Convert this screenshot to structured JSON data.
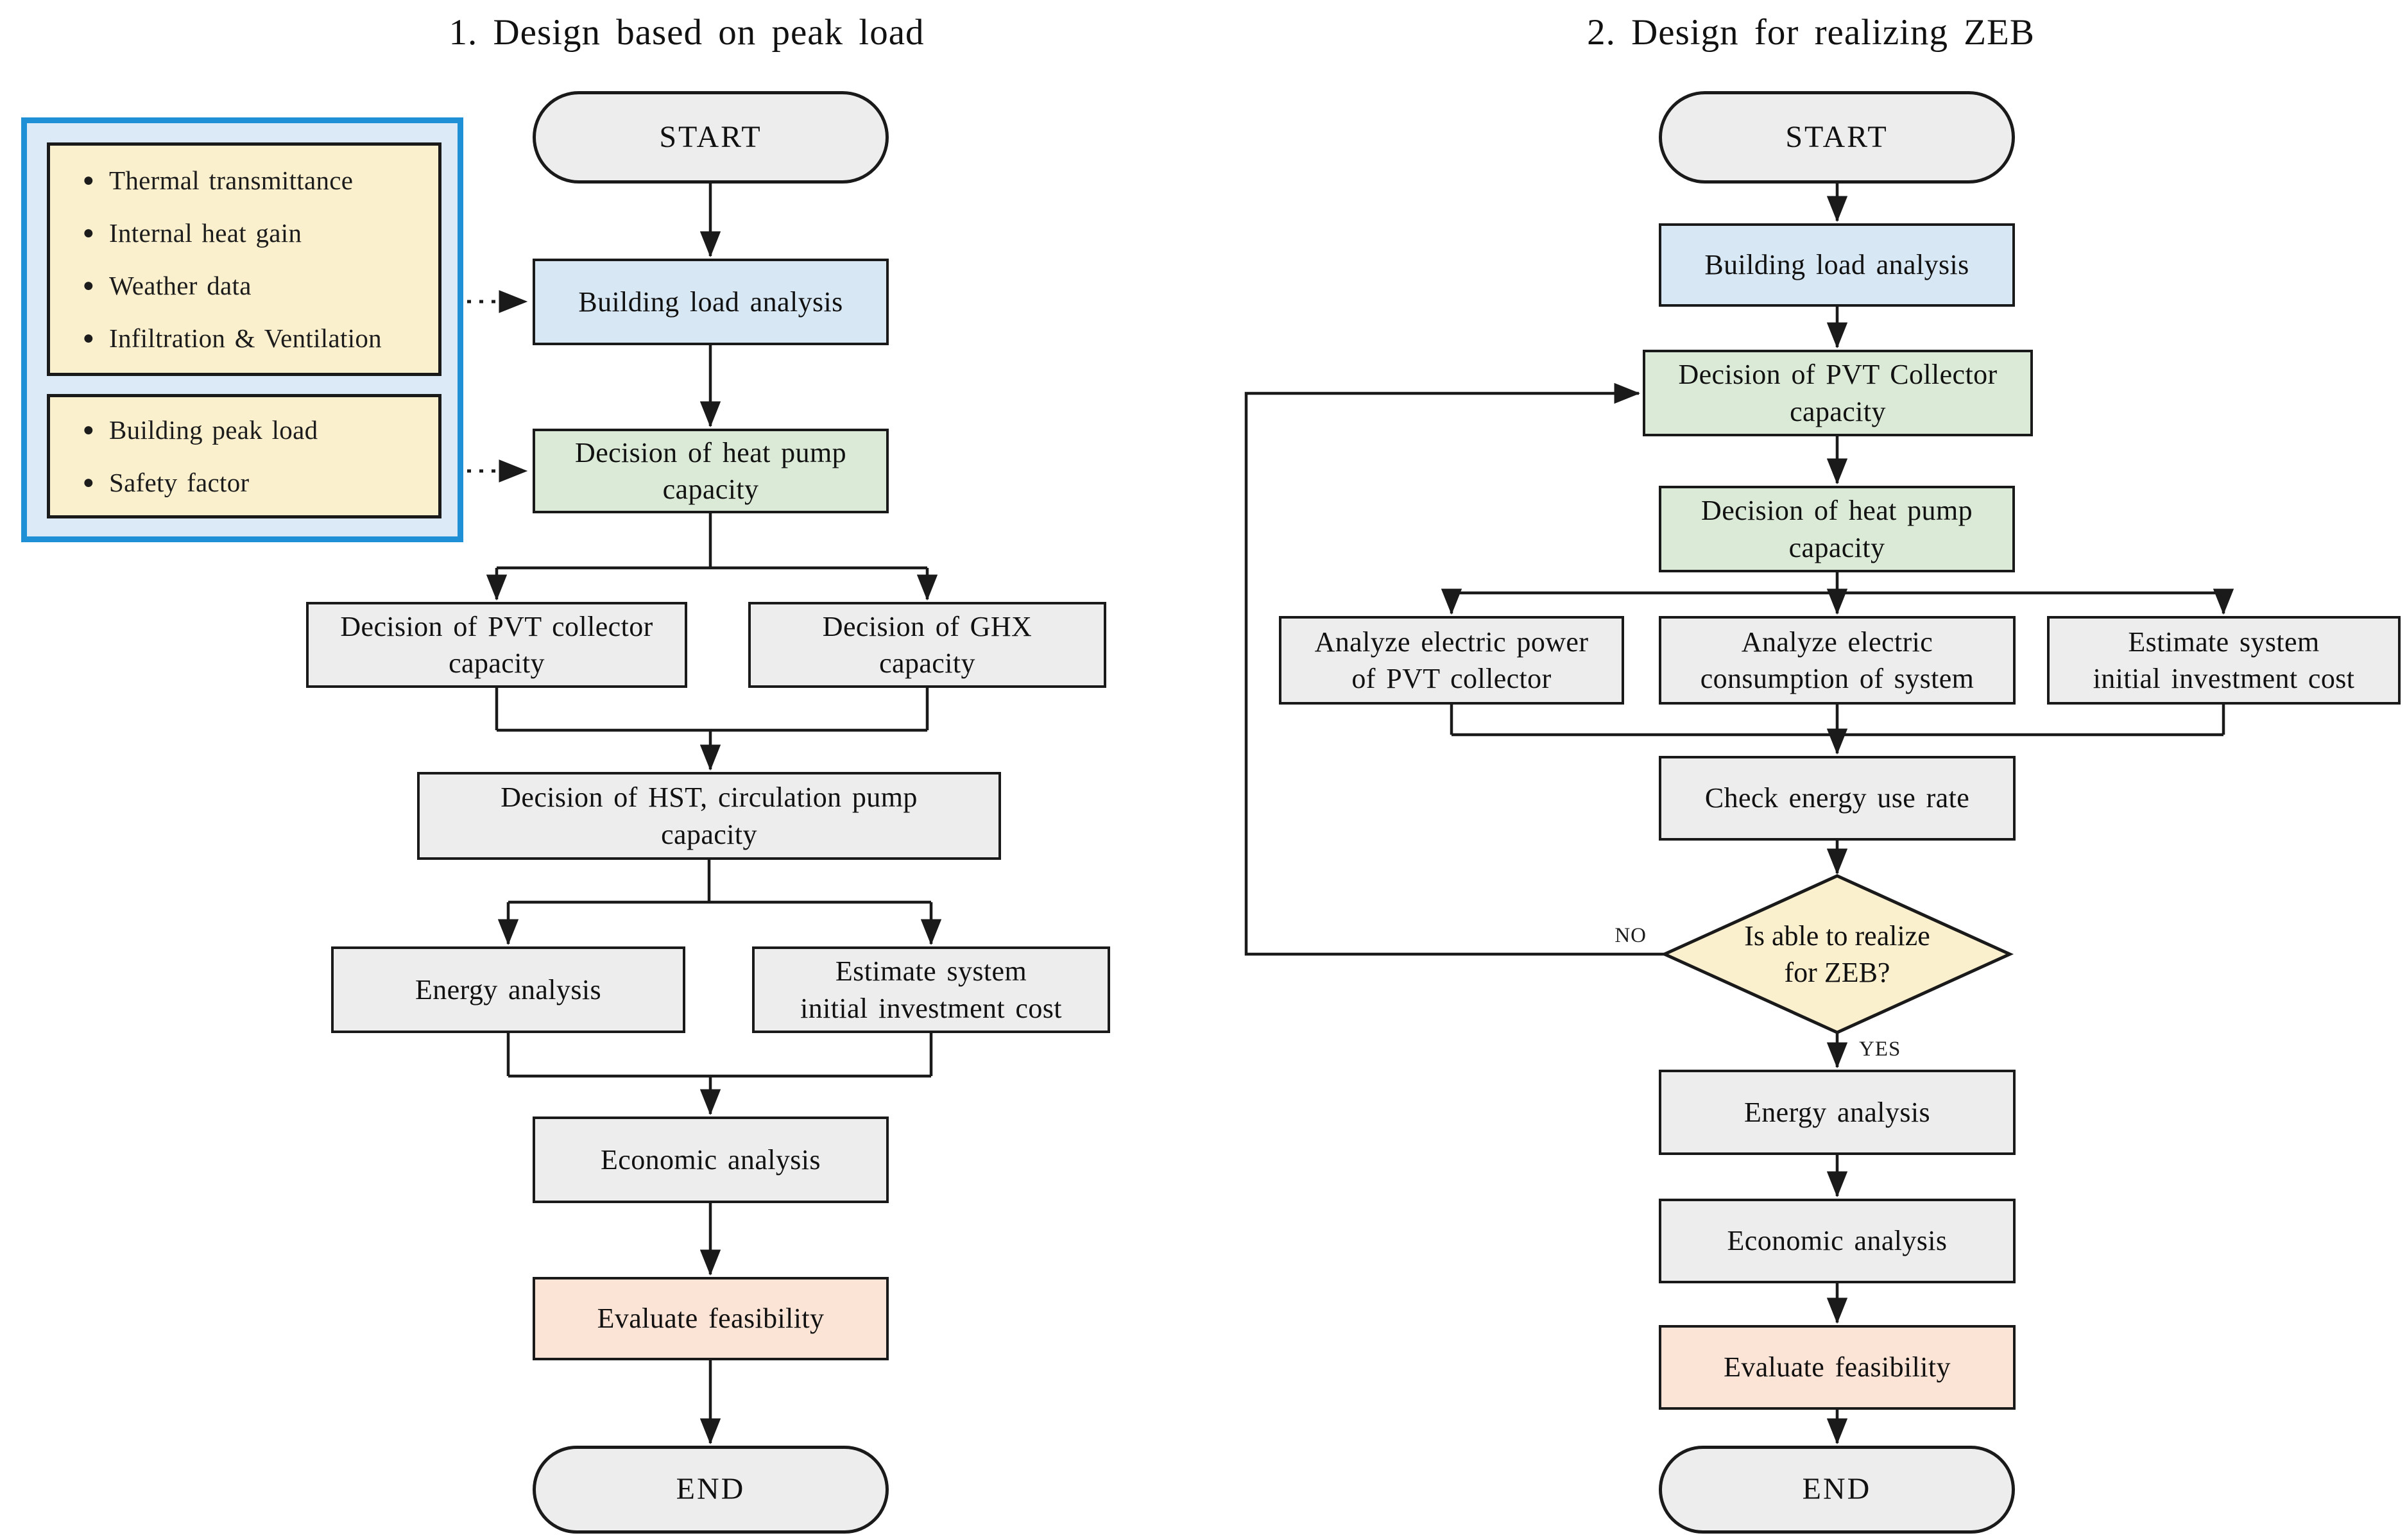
{
  "left": {
    "title": "1. Design based on peak load",
    "start": "START",
    "end": "END",
    "panel": {
      "group1": [
        "Thermal transmittance",
        "Internal heat gain",
        "Weather data",
        "Infiltration & Ventilation"
      ],
      "group2": [
        "Building peak load",
        "Safety factor"
      ]
    },
    "nodes": {
      "building_load": "Building load analysis",
      "heat_pump": "Decision of heat pump\ncapacity",
      "pvt": "Decision of PVT collector\ncapacity",
      "ghx": "Decision of GHX\ncapacity",
      "hst": "Decision of HST, circulation pump\ncapacity",
      "energy": "Energy analysis",
      "estimate": "Estimate system\ninitial investment cost",
      "economic": "Economic analysis",
      "evaluate": "Evaluate feasibility"
    }
  },
  "right": {
    "title": "2. Design for realizing ZEB",
    "start": "START",
    "end": "END",
    "nodes": {
      "building_load": "Building load analysis",
      "pvt_collector": "Decision of PVT Collector\ncapacity",
      "heat_pump": "Decision of heat pump\ncapacity",
      "analyze_power": "Analyze electric power\nof PVT collector",
      "analyze_consumption": "Analyze electric\nconsumption of system",
      "estimate": "Estimate system\ninitial investment cost",
      "check": "Check energy use rate",
      "decision": "Is able to realize\nfor ZEB?",
      "energy": "Energy analysis",
      "economic": "Economic analysis",
      "evaluate": "Evaluate feasibility"
    },
    "labels": {
      "no": "NO",
      "yes": "YES"
    }
  },
  "colors": {
    "panel_border": "#1F8FD6",
    "panel_fill": "#DCE9F6",
    "input_fill": "#FBF0CD",
    "process_fill": "#EDEDED",
    "load_fill": "#D8E7F4",
    "decision_fill": "#DBEAD6",
    "diamond_fill": "#FBF0CD",
    "feasibility_fill": "#FBE3D5",
    "line": "#1a1a1a"
  }
}
